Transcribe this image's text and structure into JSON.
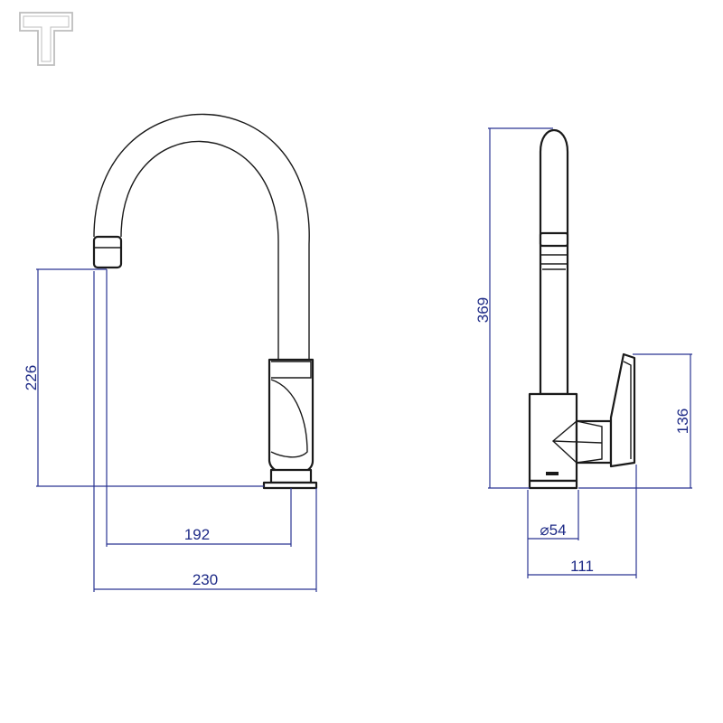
{
  "colors": {
    "outline": "#1a1a1a",
    "dimension": "#2a3592",
    "dimension_text": "#1d2a86",
    "logo": "#bdbdbd"
  },
  "logo": {
    "icon": "brand-t-logo-icon"
  },
  "front_view": {
    "spout_height": "226",
    "spout_reach": "192",
    "overall_width": "230"
  },
  "side_view": {
    "overall_height": "369",
    "handle_height": "136",
    "base_diameter": "⌀54",
    "overall_depth": "111"
  }
}
